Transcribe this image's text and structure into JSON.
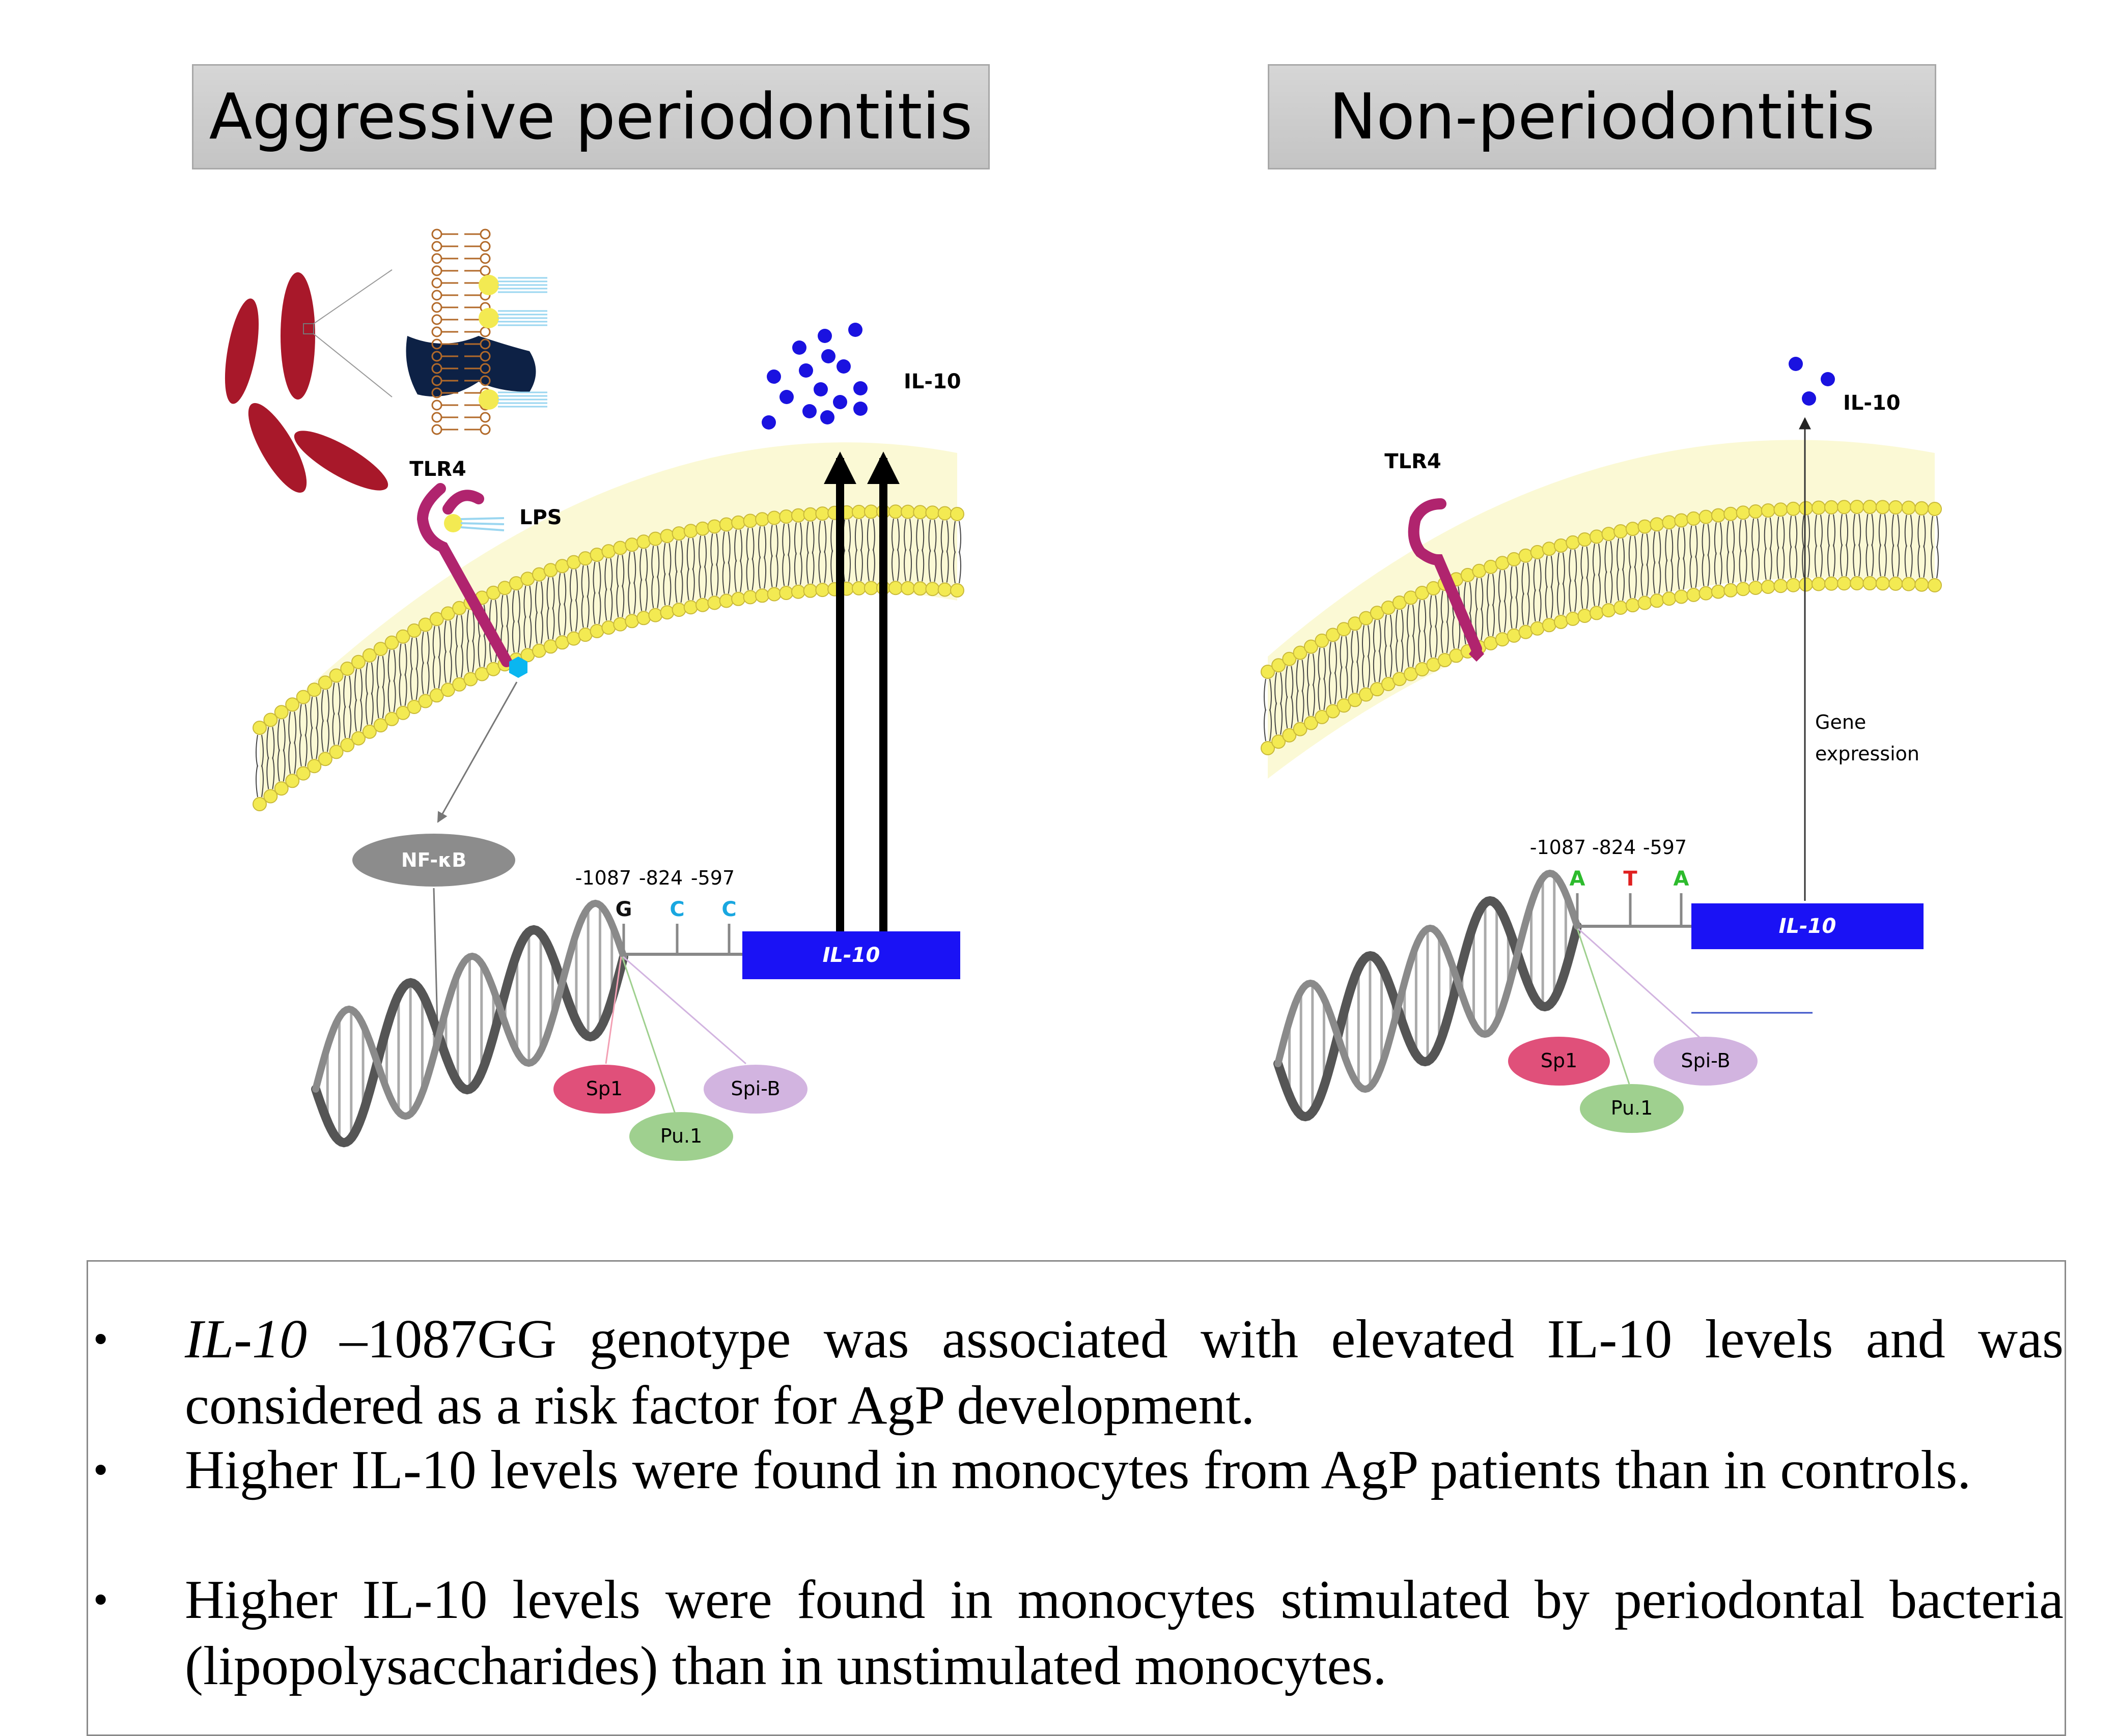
{
  "panels": {
    "left": {
      "header": "Aggressive periodontitis",
      "tlr4_label": "TLR4",
      "lps_label": "LPS",
      "il10_secreted_label": "IL-10",
      "nfkb_label": "NF-κB",
      "positions": [
        "-1087",
        "-824",
        "-597"
      ],
      "alleles": [
        "G",
        "C",
        "C"
      ],
      "allele_colors": [
        "#111111",
        "#19a7e0",
        "#19a7e0"
      ],
      "gene_label": "IL-10",
      "factors": [
        "Sp1",
        "Pu.1",
        "Spi-B"
      ]
    },
    "right": {
      "header": "Non-periodontitis",
      "tlr4_label": "TLR4",
      "il10_secreted_label": "IL-10",
      "gene_expression_line1": "Gene",
      "gene_expression_line2": "expression",
      "positions": [
        "-1087",
        "-824",
        "-597"
      ],
      "alleles": [
        "A",
        "T",
        "A"
      ],
      "allele_colors": [
        "#2dbb2d",
        "#e02020",
        "#2dbb2d"
      ],
      "gene_label": "IL-10",
      "factors": [
        "Sp1",
        "Pu.1",
        "Spi-B"
      ]
    }
  },
  "colors": {
    "header_bg": "#cccccc",
    "gene_box": "#1a12f5",
    "il10_dots": "#1a12e0",
    "tlr4": "#b0246e",
    "sp1": "#e0507a",
    "pu1": "#9fd08f",
    "spib": "#d2b4e0",
    "nfkb": "#8c8c8c",
    "bacteria": "#a8182a",
    "membrane_head": "#f3ea52"
  },
  "notes": [
    {
      "bullet": "•",
      "italic_lead": "IL-10",
      "text": " –1087GG genotype was associated with elevated IL-10 levels and was considered as a risk factor for AgP development."
    },
    {
      "bullet": "•",
      "italic_lead": "",
      "text": "Higher IL-10 levels were found in monocytes from AgP patients than in controls."
    },
    {
      "bullet": "•",
      "italic_lead": "",
      "text": "Higher IL-10 levels were found in monocytes stimulated by periodontal bacteria (lipopolysaccharides) than in unstimulated monocytes."
    }
  ]
}
